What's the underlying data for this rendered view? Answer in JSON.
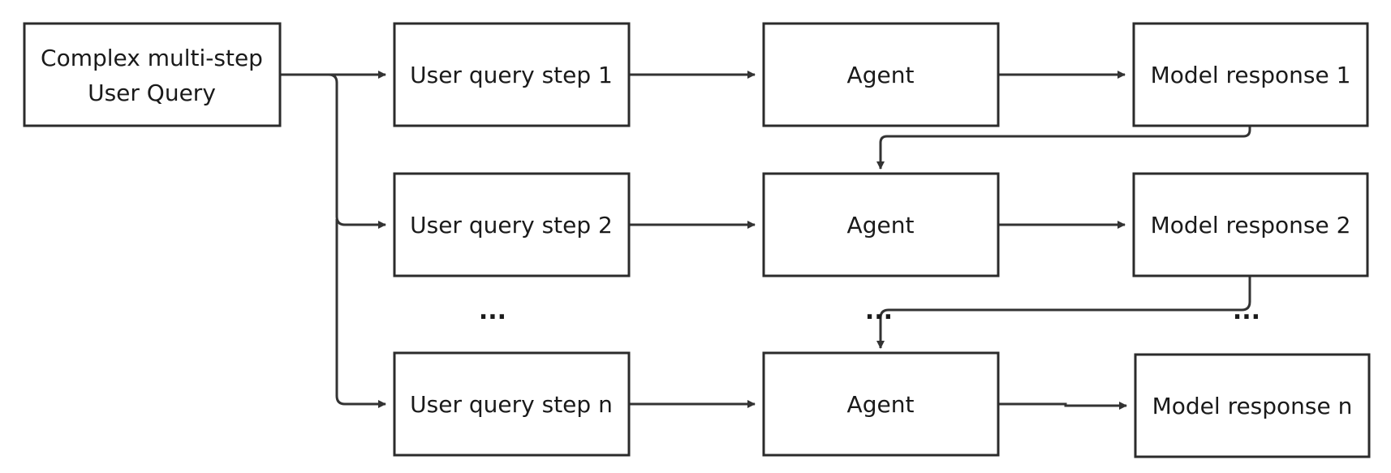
{
  "query": {
    "line1": "Complex multi-step",
    "line2": "User Query"
  },
  "rows": [
    {
      "step": "User query step 1",
      "agent": "Agent",
      "response": "Model response 1"
    },
    {
      "step": "User query step 2",
      "agent": "Agent",
      "response": "Model response 2"
    },
    {
      "step": "User query step n",
      "agent": "Agent",
      "response": "Model response n"
    }
  ],
  "ellipsis": "..."
}
